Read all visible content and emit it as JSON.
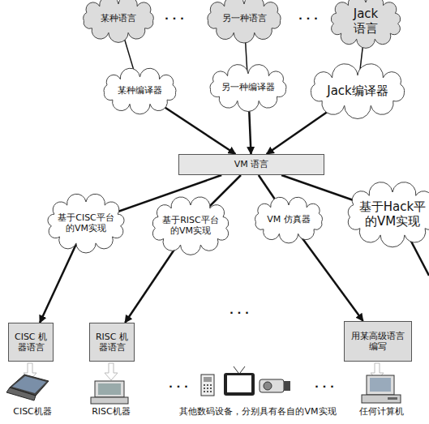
{
  "diagram": {
    "nodes": [
      {
        "text": [
          "某种语言"
        ]
      },
      {
        "text": [
          "另一种语言"
        ]
      },
      {
        "text": [
          "Jack 语言"
        ]
      },
      {
        "text": [
          "某种编译器"
        ]
      },
      {
        "text": [
          "另一种编译器"
        ]
      },
      {
        "text": [
          "Jack编译器"
        ]
      },
      {
        "text": [
          "VM 语言"
        ]
      },
      {
        "text": [
          "基于CISC平台 的VM实现"
        ]
      },
      {
        "text": [
          "基于RISC平台 的VM实现"
        ]
      },
      {
        "text": [
          "VM 仿真器"
        ]
      },
      {
        "text": [
          "基于Hack平 的VM实现"
        ]
      },
      {
        "text": [
          "CISC 机器语言"
        ]
      },
      {
        "text": [
          "RISC 机器语言"
        ]
      },
      {
        "text": [
          "用某高级语言 编写"
        ]
      }
    ],
    "edges": [
      {
        "from": 0,
        "to": 3,
        "arrow": "none"
      },
      {
        "from": 1,
        "to": 4,
        "arrow": "none"
      },
      {
        "from": 2,
        "to": 5,
        "arrow": "none"
      },
      {
        "from": 3,
        "to": 6,
        "arrow": "to"
      },
      {
        "from": 4,
        "to": 6,
        "arrow": "to"
      },
      {
        "from": 5,
        "to": 6,
        "arrow": "to"
      },
      {
        "from": 6,
        "to": 7,
        "arrow": "none"
      },
      {
        "from": 7,
        "to": 11,
        "arrow": "to"
      },
      {
        "from": 6,
        "to": 8,
        "arrow": "none"
      },
      {
        "from": 8,
        "to": 12,
        "arrow": "to"
      },
      {
        "from": 6,
        "to": 9,
        "arrow": "none"
      },
      {
        "from": 9,
        "to": 13,
        "arrow": "to"
      },
      {
        "from": 6,
        "to": 10,
        "arrow": "none"
      }
    ],
    "labels": [
      "· · ·",
      "· · ·",
      "· · ·",
      "· · ·",
      "· · ·",
      "CISC机器",
      "RISC机器",
      "其他数码设备，分别具有各自的VM实现",
      "任何计算机"
    ]
  }
}
